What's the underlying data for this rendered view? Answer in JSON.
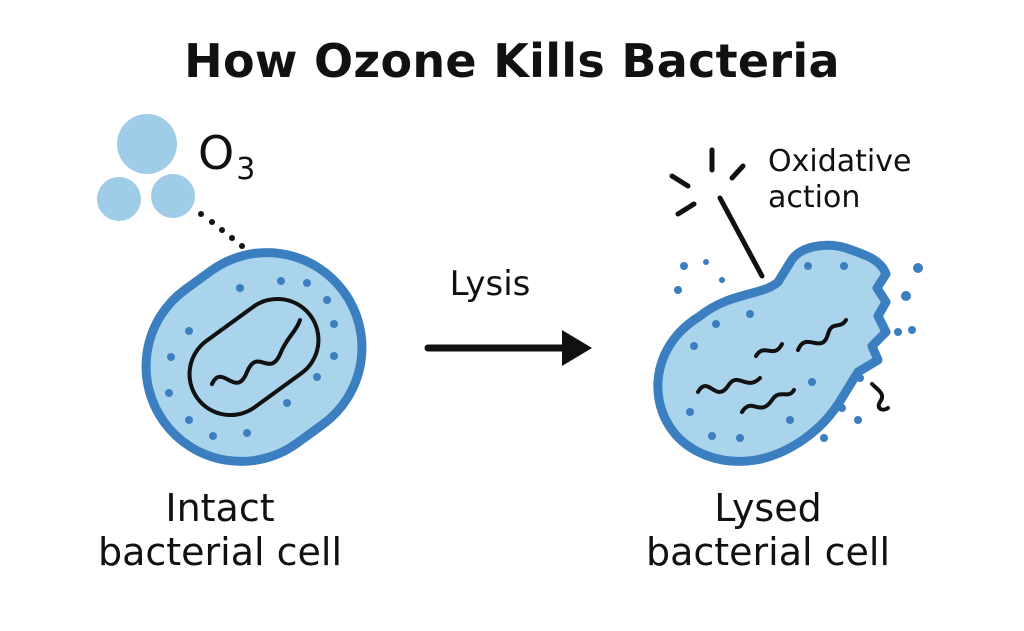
{
  "title": "How Ozone Kills Bacteria",
  "ozone": {
    "symbol": "O",
    "subscript": "3"
  },
  "process": {
    "label": "Lysis"
  },
  "annotation": {
    "line1": "Oxidative",
    "line2": "action"
  },
  "cells": {
    "intact": {
      "line1": "Intact",
      "line2": "bacterial cell"
    },
    "lysed": {
      "line1": "Lysed",
      "line2": "bacterial cell"
    }
  },
  "colors": {
    "cell_fill": "#a9d4ec",
    "cell_outline": "#3b7fc0",
    "dot": "#3b7fc0",
    "ozone_bubble": "#9fcce6",
    "ink": "#111111"
  }
}
